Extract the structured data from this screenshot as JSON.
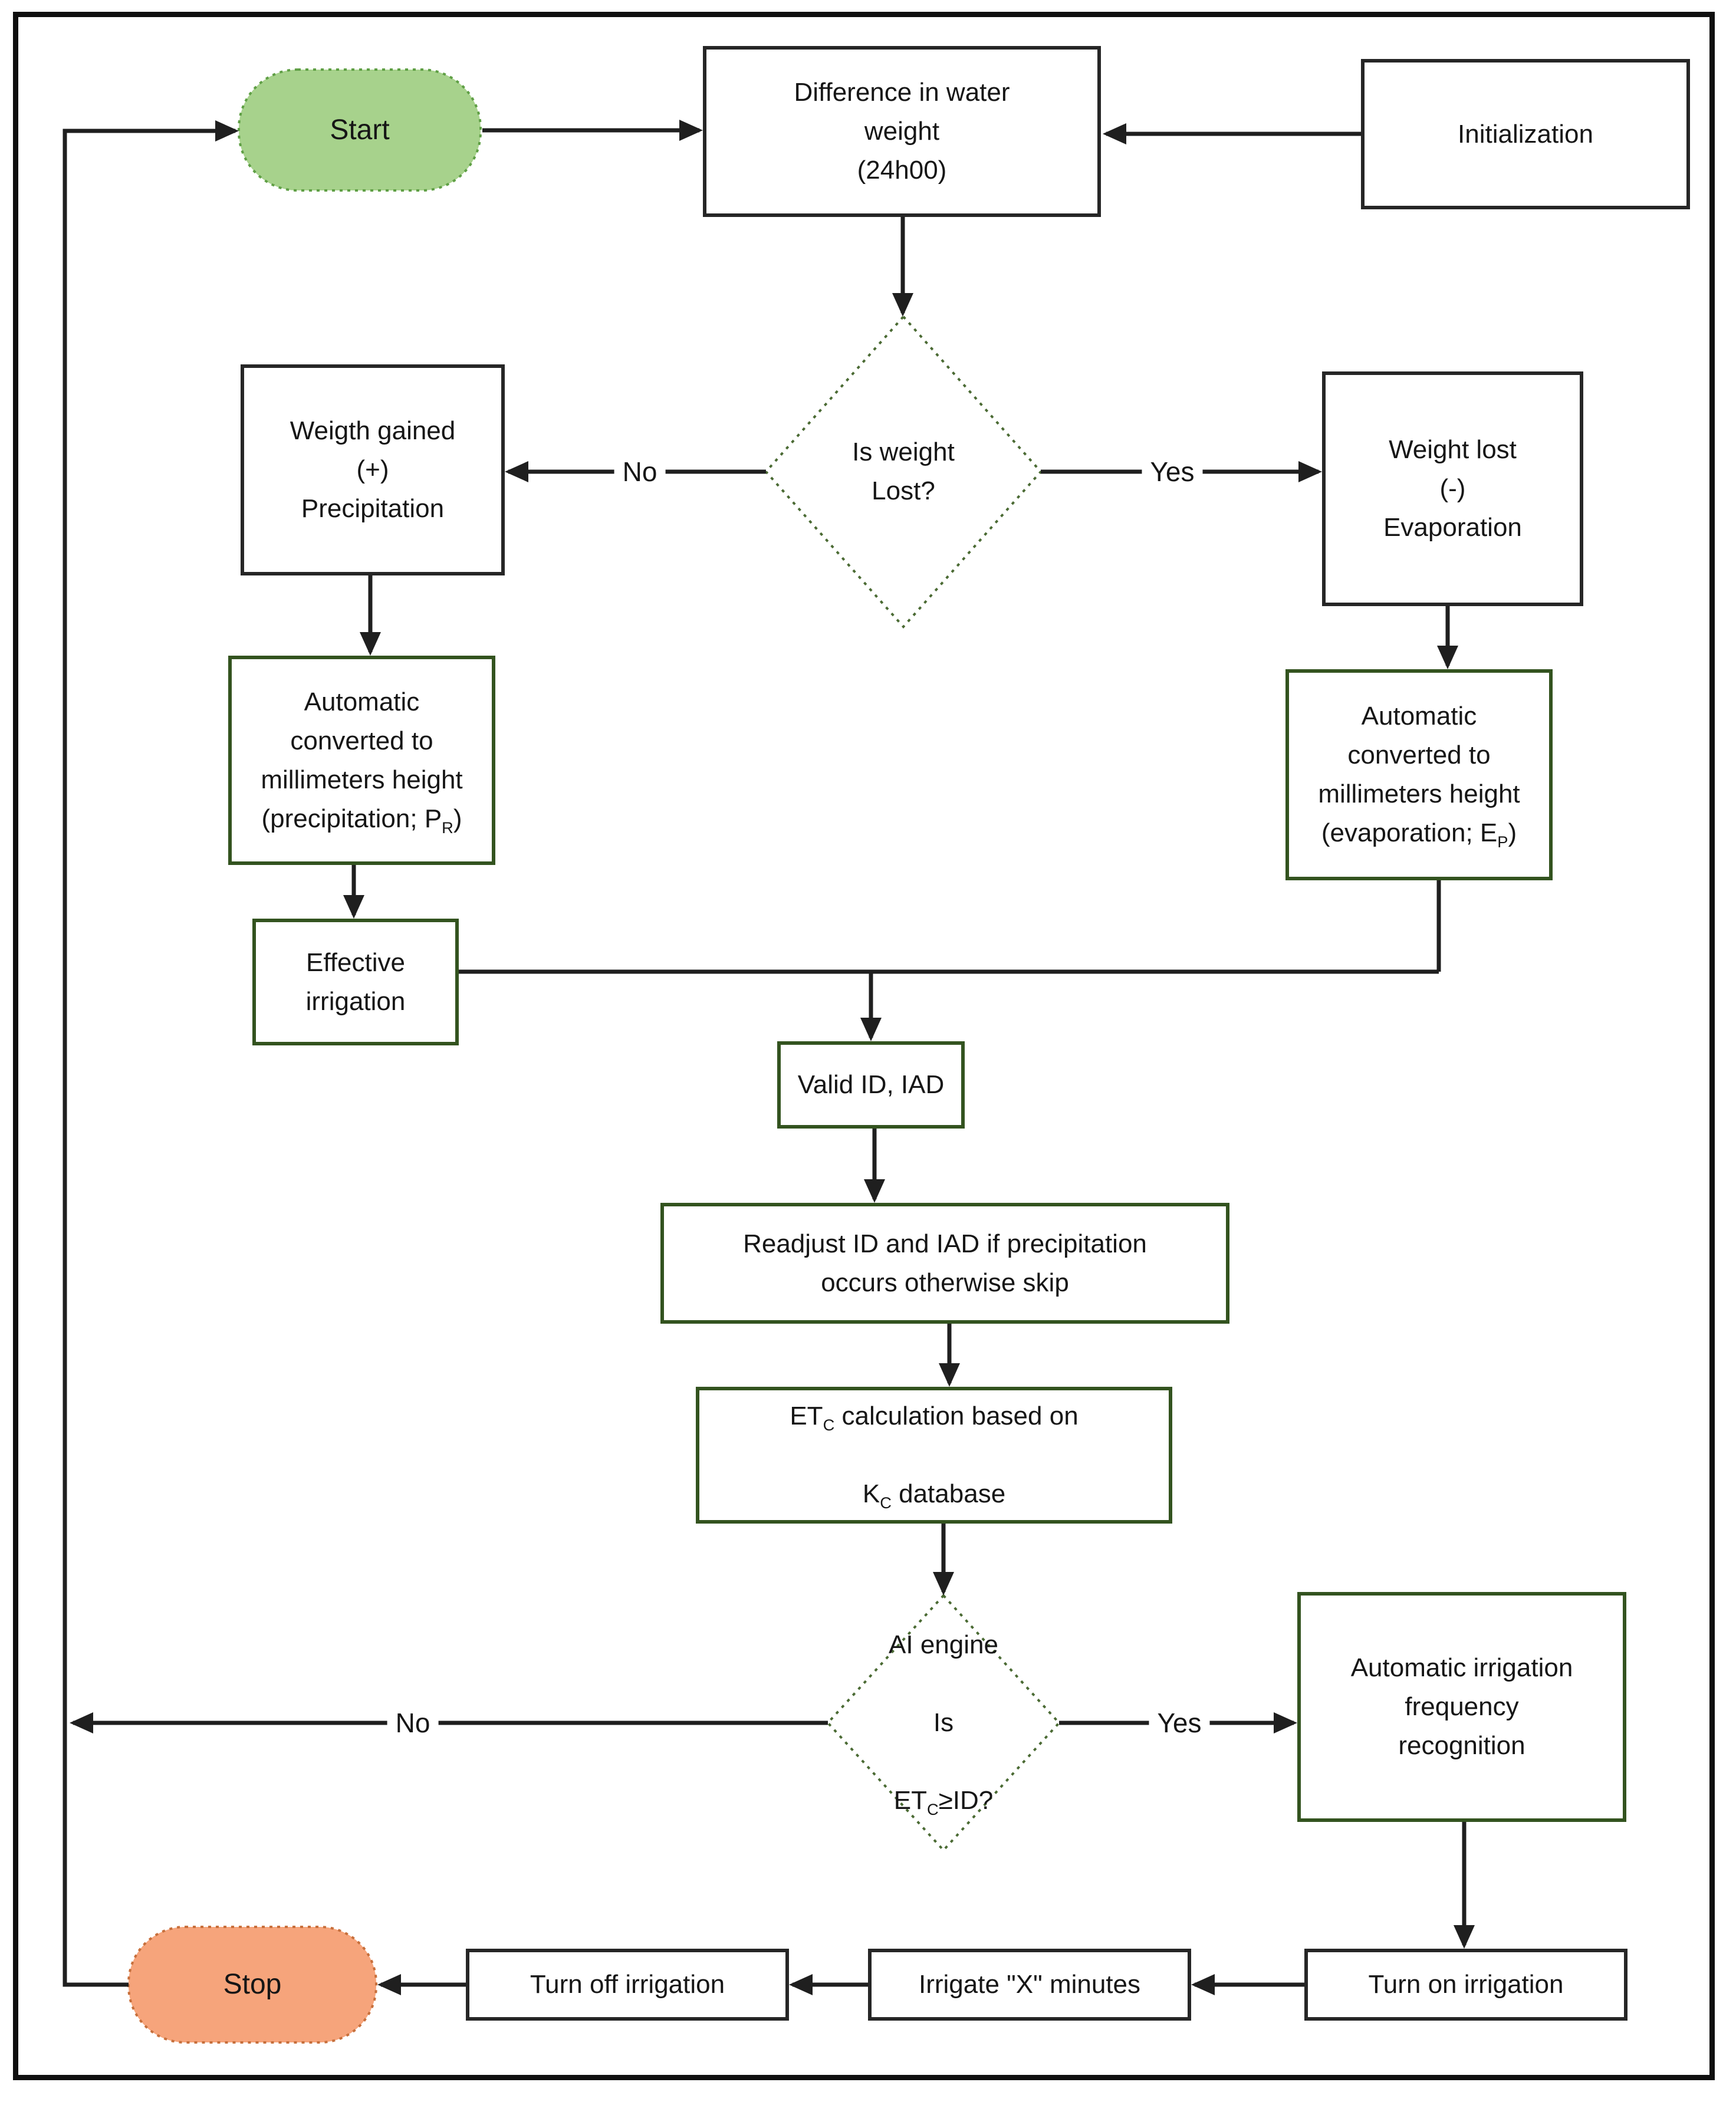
{
  "colors": {
    "line": "#1f1f1f",
    "box_border_dark": "#262626",
    "box_border_green": "#33531f",
    "diamond_border": "#4a6a33",
    "start_fill": "#a7d28c",
    "start_border": "#5f9f45",
    "stop_fill": "#f6a47b",
    "stop_border": "#c76f3b",
    "background": "#ffffff"
  },
  "nodes": {
    "start": {
      "label": "Start"
    },
    "difference": {
      "label": "Difference in water\nweight\n(24h00)"
    },
    "initialization": {
      "label": "Initialization"
    },
    "is_weight_lost": {
      "label": "Is weight\nLost?"
    },
    "weight_gained": {
      "label": "Weigth gained\n(+)\nPrecipitation"
    },
    "weight_lost": {
      "label": "Weight lost\n(-)\nEvaporation"
    },
    "auto_convert_precip": {
      "pre": "Automatic\nconverted to\nmillimeters height\n(precipitation; P",
      "sub": "R",
      "post": ")"
    },
    "auto_convert_evap": {
      "pre": "Automatic\nconverted to\nmillimeters height\n(evaporation; E",
      "sub": "P",
      "post": ")"
    },
    "effective_irrigation": {
      "label": "Effective\nirrigation"
    },
    "valid_id_iad": {
      "label": "Valid ID, IAD"
    },
    "readjust": {
      "label": "Readjust ID and IAD if precipitation\noccurs otherwise skip"
    },
    "etc_calc": {
      "line1_pre": "ET",
      "line1_sub": "C",
      "line1_post": " calculation based on",
      "line2_pre": "K",
      "line2_sub": "C",
      "line2_post": " database"
    },
    "ai_engine": {
      "line1": "AI engine",
      "line2": "Is",
      "line3_pre": "ET",
      "line3_sub": "C",
      "line3_post": "≥ID?"
    },
    "auto_freq": {
      "label": "Automatic irrigation\nfrequency\nrecognition"
    },
    "stop": {
      "label": "Stop"
    },
    "turn_off": {
      "label": "Turn off irrigation"
    },
    "irrigate": {
      "label": "Irrigate \"X\" minutes"
    },
    "turn_on": {
      "label": "Turn on irrigation"
    }
  },
  "edge_labels": {
    "weight_no": "No",
    "weight_yes": "Yes",
    "ai_no": "No",
    "ai_yes": "Yes"
  }
}
